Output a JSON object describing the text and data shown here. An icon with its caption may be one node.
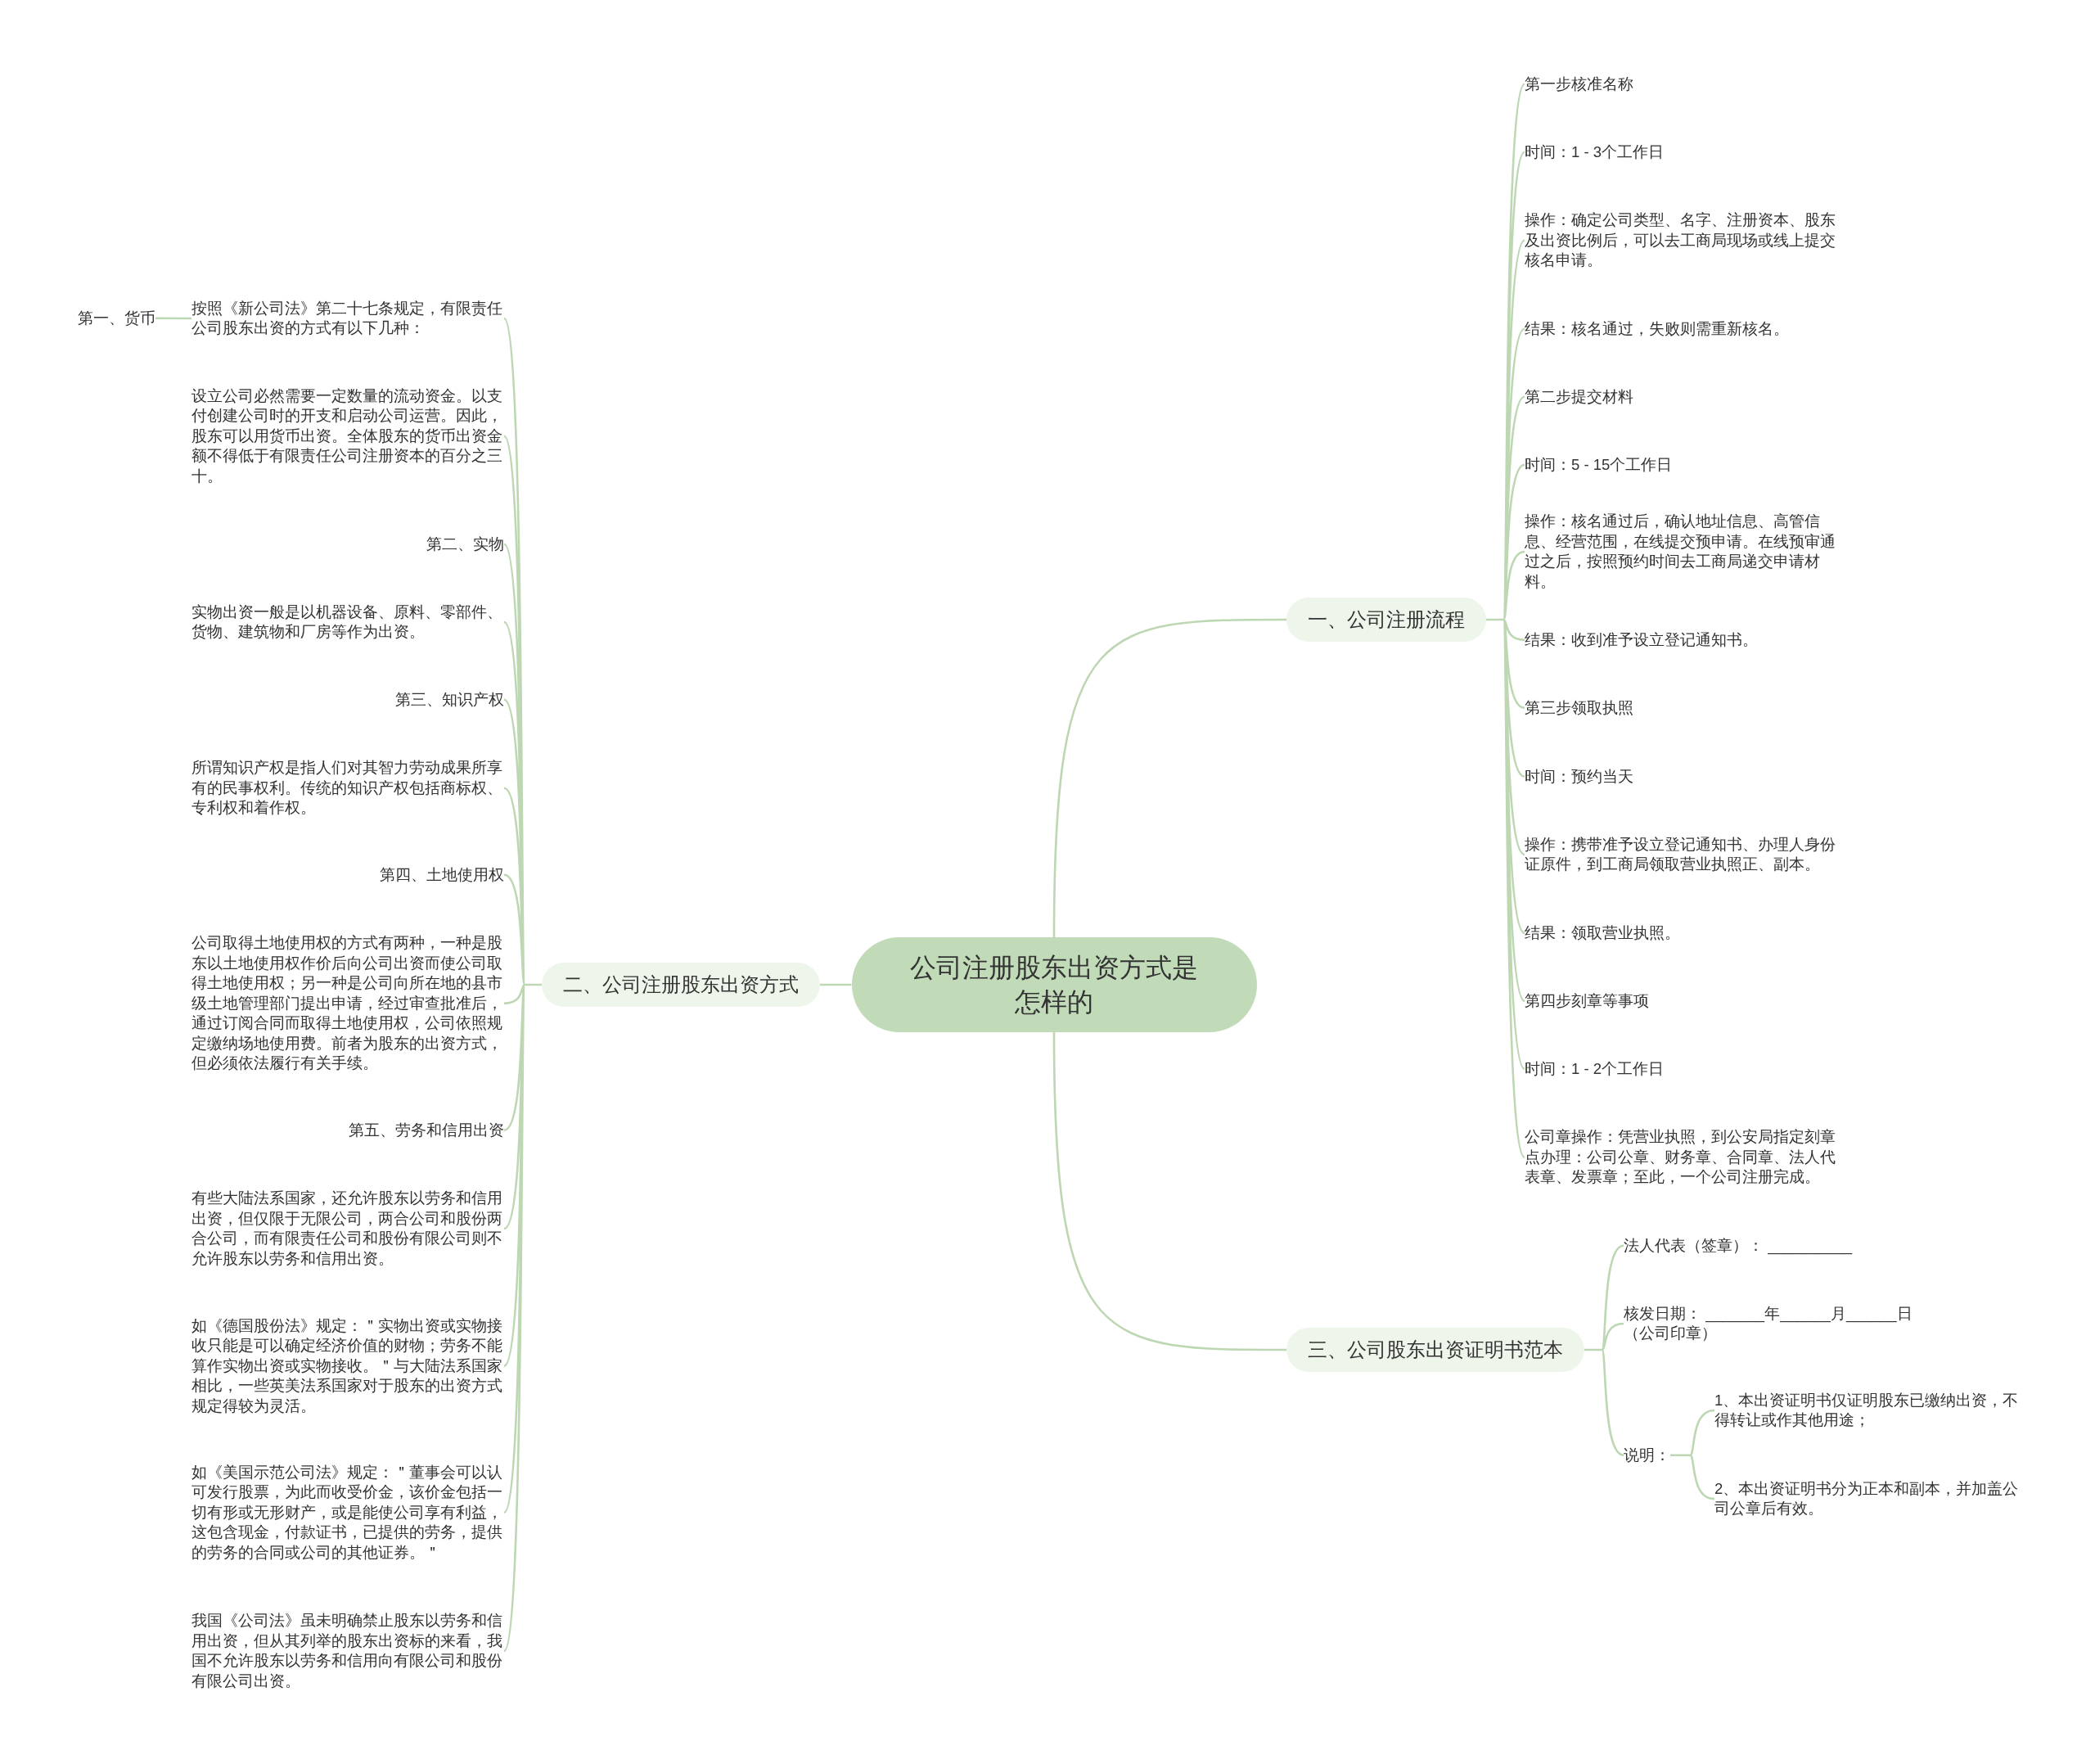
{
  "diagram": {
    "nodes": [
      {
        "text": [
          "公司注册股东出资方式是怎样的"
        ]
      },
      {
        "text": [
          "一、公司注册流程"
        ]
      },
      {
        "text": [
          "第一步核准名称"
        ]
      },
      {
        "text": [
          "时间：1 - 3个工作日"
        ]
      },
      {
        "text": [
          "操作：确定公司类型、名字、注册资本、股东及出资比例后，可以去工商局现场或线上提交核名申请。"
        ]
      },
      {
        "text": [
          "结果：核名通过，失败则需重新核名。"
        ]
      },
      {
        "text": [
          "第二步提交材料"
        ]
      },
      {
        "text": [
          "时间：5 - 15个工作日"
        ]
      },
      {
        "text": [
          "操作：核名通过后，确认地址信息、高管信息、经营范围，在线提交预申请。在线预审通过之后，按照预约时间去工商局递交申请材料。"
        ]
      },
      {
        "text": [
          "结果：收到准予设立登记通知书。"
        ]
      },
      {
        "text": [
          "第三步领取执照"
        ]
      },
      {
        "text": [
          "时间：预约当天"
        ]
      },
      {
        "text": [
          "操作：携带准予设立登记通知书、办理人身份证原件，到工商局领取营业执照正、副本。"
        ]
      },
      {
        "text": [
          "结果：领取营业执照。"
        ]
      },
      {
        "text": [
          "第四步刻章等事项"
        ]
      },
      {
        "text": [
          "时间：1 - 2个工作日"
        ]
      },
      {
        "text": [
          "公司章操作：凭营业执照，到公安局指定刻章点办理：公司公章、财务章、合同章、法人代表章、发票章；至此，一个公司注册完成。"
        ]
      },
      {
        "text": [
          "二、公司注册股东出资方式"
        ]
      },
      {
        "text": [
          "按照《新公司法》第二十七条规定，有限责任公司股东出资的方式有以下几种："
        ]
      },
      {
        "text": [
          "第一、货币"
        ]
      },
      {
        "text": [
          "设立公司必然需要一定数量的流动资金。以支付创建公司时的开支和启动公司运营。因此，股东可以用货币出资。全体股东的货币出资金额不得低于有限责任公司注册资本的百分之三十。"
        ]
      },
      {
        "text": [
          "第二、实物"
        ]
      },
      {
        "text": [
          "实物出资一般是以机器设备、原料、零部件、货物、建筑物和厂房等作为出资。"
        ]
      },
      {
        "text": [
          "第三、知识产权"
        ]
      },
      {
        "text": [
          "所谓知识产权是指人们对其智力劳动成果所享有的民事权利。传统的知识产权包括商标权、专利权和着作权。"
        ]
      },
      {
        "text": [
          "第四、土地使用权"
        ]
      },
      {
        "text": [
          "公司取得土地使用权的方式有两种，一种是股东以土地使用权作价后向公司出资而使公司取得土地使用权；另一种是公司向所在地的县市级土地管理部门提出申请，经过审查批准后，通过订阅合同而取得土地使用权，公司依照规定缴纳场地使用费。前者为股东的出资方式，但必须依法履行有关手续。"
        ]
      },
      {
        "text": [
          "第五、劳务和信用出资"
        ]
      },
      {
        "text": [
          "有些大陆法系国家，还允许股东以劳务和信用出资，但仅限于无限公司，两合公司和股份两合公司，而有限责任公司和股份有限公司则不允许股东以劳务和信用出资。"
        ]
      },
      {
        "text": [
          "如《德国股份法》规定：＂实物出资或实物接收只能是可以确定经济价值的财物；劳务不能算作实物出资或实物接收。＂与大陆法系国家相比，一些英美法系国家对于股东的出资方式规定得较为灵活。"
        ]
      },
      {
        "text": [
          "如《美国示范公司法》规定：＂董事会可以认可发行股票，为此而收受价金，该价金包括一切有形或无形财产，或是能使公司享有利益，这包含现金，付款证书，已提供的劳务，提供的劳务的合同或公司的其他证券。＂"
        ]
      },
      {
        "text": [
          "我国《公司法》虽未明确禁止股东以劳务和信用出资，但从其列举的股东出资标的来看，我国不允许股东以劳务和信用向有限公司和股份有限公司出资。"
        ]
      },
      {
        "text": [
          "三、公司股东出资证明书范本"
        ]
      },
      {
        "text": [
          "法人代表（签章）： __________"
        ]
      },
      {
        "text": [
          "核发日期： _______年______月______日（公司印章）"
        ]
      },
      {
        "text": [
          "说明："
        ]
      },
      {
        "text": [
          "1、本出资证明书仅证明股东已缴纳出资，不得转让或作其他用途；"
        ]
      },
      {
        "text": [
          "2、本出资证明书分为正本和副本，并加盖公司公章后有效。"
        ]
      }
    ],
    "edges": [
      {
        "from": 0,
        "to": 1,
        "arrow": "none"
      },
      {
        "from": 1,
        "to": 2,
        "arrow": "none"
      },
      {
        "from": 1,
        "to": 3,
        "arrow": "none"
      },
      {
        "from": 1,
        "to": 4,
        "arrow": "none"
      },
      {
        "from": 1,
        "to": 5,
        "arrow": "none"
      },
      {
        "from": 1,
        "to": 6,
        "arrow": "none"
      },
      {
        "from": 1,
        "to": 7,
        "arrow": "none"
      },
      {
        "from": 1,
        "to": 8,
        "arrow": "none"
      },
      {
        "from": 1,
        "to": 9,
        "arrow": "none"
      },
      {
        "from": 1,
        "to": 10,
        "arrow": "none"
      },
      {
        "from": 1,
        "to": 11,
        "arrow": "none"
      },
      {
        "from": 1,
        "to": 12,
        "arrow": "none"
      },
      {
        "from": 1,
        "to": 13,
        "arrow": "none"
      },
      {
        "from": 1,
        "to": 14,
        "arrow": "none"
      },
      {
        "from": 1,
        "to": 15,
        "arrow": "none"
      },
      {
        "from": 1,
        "to": 16,
        "arrow": "none"
      },
      {
        "from": 0,
        "to": 17,
        "arrow": "none"
      },
      {
        "from": 17,
        "to": 18,
        "arrow": "none"
      },
      {
        "from": 18,
        "to": 19,
        "arrow": "none"
      },
      {
        "from": 17,
        "to": 20,
        "arrow": "none"
      },
      {
        "from": 17,
        "to": 21,
        "arrow": "none"
      },
      {
        "from": 17,
        "to": 22,
        "arrow": "none"
      },
      {
        "from": 17,
        "to": 23,
        "arrow": "none"
      },
      {
        "from": 17,
        "to": 24,
        "arrow": "none"
      },
      {
        "from": 17,
        "to": 25,
        "arrow": "none"
      },
      {
        "from": 17,
        "to": 26,
        "arrow": "none"
      },
      {
        "from": 17,
        "to": 27,
        "arrow": "none"
      },
      {
        "from": 17,
        "to": 28,
        "arrow": "none"
      },
      {
        "from": 17,
        "to": 29,
        "arrow": "none"
      },
      {
        "from": 17,
        "to": 30,
        "arrow": "none"
      },
      {
        "from": 17,
        "to": 31,
        "arrow": "none"
      },
      {
        "from": 0,
        "to": 32,
        "arrow": "none"
      },
      {
        "from": 32,
        "to": 33,
        "arrow": "none"
      },
      {
        "from": 32,
        "to": 34,
        "arrow": "none"
      },
      {
        "from": 32,
        "to": 35,
        "arrow": "none"
      },
      {
        "from": 35,
        "to": 36,
        "arrow": "none"
      },
      {
        "from": 35,
        "to": 37,
        "arrow": "none"
      }
    ]
  }
}
